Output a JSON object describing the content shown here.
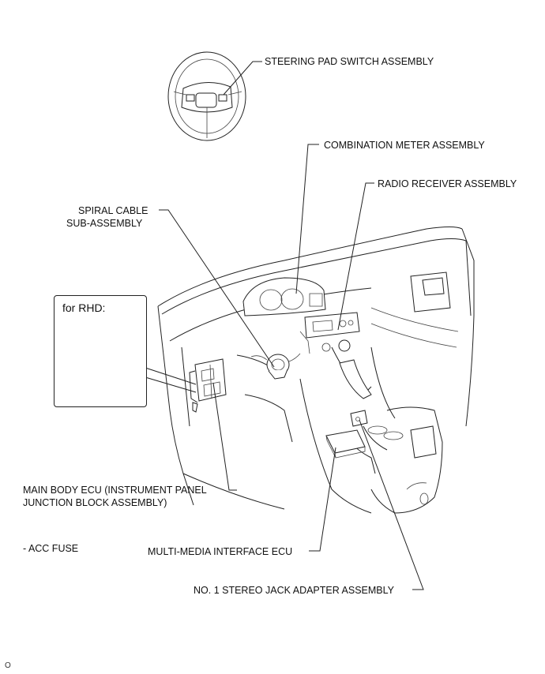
{
  "labels": {
    "steering_pad": "STEERING PAD SWITCH ASSEMBLY",
    "combination_meter": "COMBINATION METER ASSEMBLY",
    "radio_receiver": "RADIO RECEIVER ASSEMBLY",
    "spiral_cable_line1": "SPIRAL CABLE",
    "spiral_cable_line2": "SUB-ASSEMBLY",
    "rhd_box_title": "for RHD:",
    "main_body_line1": "MAIN BODY ECU (INSTRUMENT PANEL",
    "main_body_line2": "JUNCTION BLOCK ASSEMBLY)",
    "acc_fuse": "- ACC FUSE",
    "multimedia": "MULTI-MEDIA INTERFACE ECU",
    "stereo_jack": "NO. 1 STEREO JACK ADAPTER ASSEMBLY",
    "footnote": "O"
  }
}
